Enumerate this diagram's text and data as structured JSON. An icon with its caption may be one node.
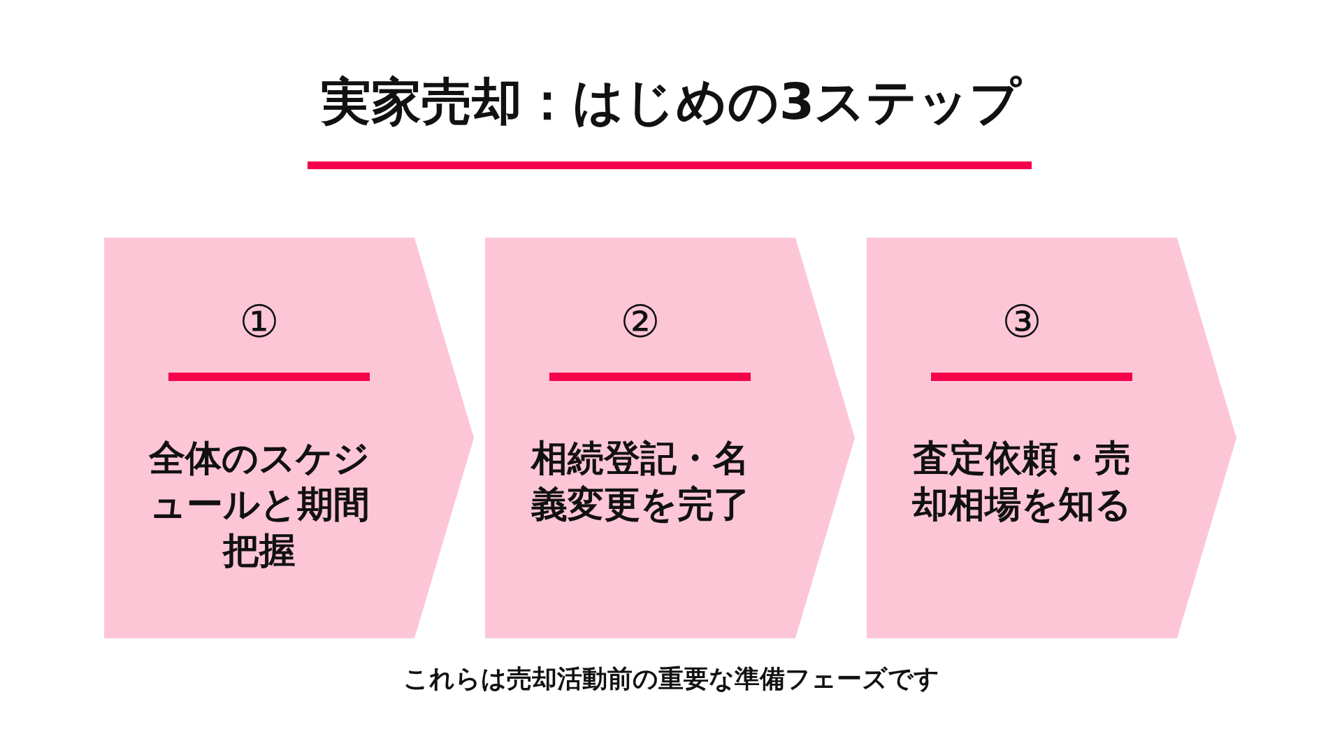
{
  "diagram": {
    "title": "実家売却：はじめの3ステップ",
    "nodes": [
      {
        "text": [
          "①",
          "全体のスケジュールと期間把握"
        ]
      },
      {
        "text": [
          "②",
          "相続登記・名義変更を完了"
        ]
      },
      {
        "text": [
          "③",
          "査定依頼・売却相場を知る"
        ]
      }
    ],
    "caption": "これらは売却活動前の重要な準備フェーズです"
  }
}
